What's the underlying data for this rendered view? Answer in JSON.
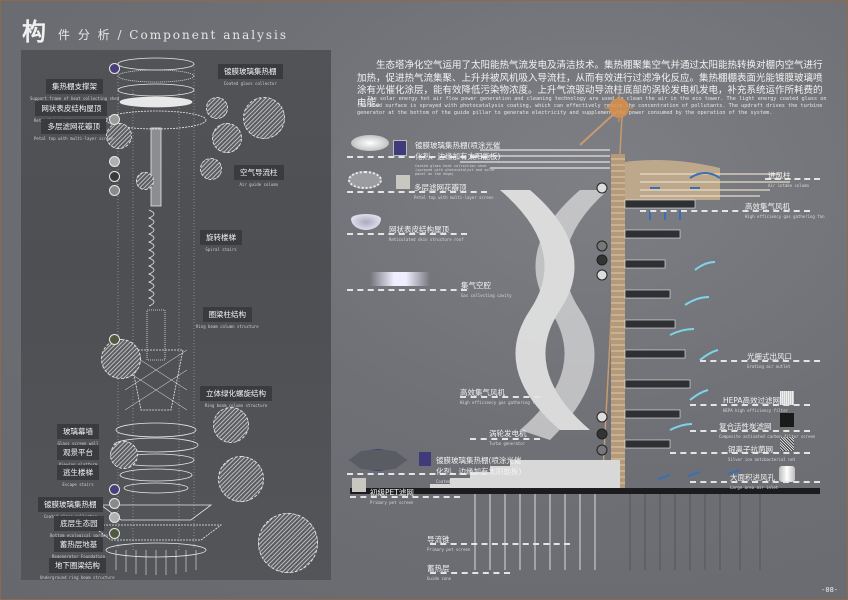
{
  "header": {
    "title_big": "构",
    "title_rest": "件 分 析 / Component analysis"
  },
  "intro": {
    "cn": "生态塔净化空气运用了太阳能热气流发电及清洁技术。集热棚聚集空气并通过太阳能热转换对棚内空气进行加热，促进热气流集聚、上升并被风机吸入导流柱，从而有效进行过滤净化反应。集热棚棚表面光能镀膜玻璃喷涂有光催化涂层，能有效降低污染物浓度。上升气流驱动导流柱底部的涡轮发电机发电，补充系统运作所耗费的电能。",
    "en": "The solar energy hot air flow power generation and cleaning technology are used to clean the air in the eco tower. The light energy coated glass on the shed surface is sprayed with photocatalysis coating, which can effectively reduce the concentration of pollutants. The updraft drives the turbine generator at the bottom of the guide pillar to generate electricity and supplement the power consumed by the operation of the system."
  },
  "left_panel": {
    "labels": [
      {
        "cn": "镀膜玻璃集热棚",
        "en": "Coated glass collector"
      },
      {
        "cn": "集热棚支撑架",
        "en": "Support frame of heat collecting shed"
      },
      {
        "cn": "网状表皮结构屋顶",
        "en": "Reticulated skin structure roof"
      },
      {
        "cn": "多层滤网花瓣顶",
        "en": "Petal top with multi-layer screen"
      },
      {
        "cn": "空气导流柱",
        "en": "Air guide column"
      },
      {
        "cn": "旋转楼梯",
        "en": "Spiral stairs"
      },
      {
        "cn": "圈梁柱结构",
        "en": "Ring beam column structure"
      },
      {
        "cn": "立体绿化螺旋结构",
        "en": "Ring beam column structure"
      },
      {
        "cn": "玻璃幕墙",
        "en": "Glass screen wall"
      },
      {
        "cn": "观景平台",
        "en": "Viewing platform"
      },
      {
        "cn": "逃生楼梯",
        "en": "Escape stairs"
      },
      {
        "cn": "镀膜玻璃集热棚",
        "en": "Coated glass collector"
      },
      {
        "cn": "底层生态园",
        "en": "Bottom ecological garden"
      },
      {
        "cn": "蓄热层地基",
        "en": "Regenerator Foundation"
      },
      {
        "cn": "地下圈梁结构",
        "en": "Underground ring beam structure"
      }
    ]
  },
  "right_labels": {
    "left_side": [
      {
        "cn": "镀膜玻璃集热棚(喷涂光催化剂、边缘加有太阳能板)",
        "en": "Coated glass heat collection shed (sprayed with photocatalyst and solar panel on the edge)"
      },
      {
        "cn": "多层滤网花瓣顶",
        "en": "Petal top with multi-layer screen"
      },
      {
        "cn": "网状表皮结构屋顶",
        "en": "Reticulated skin structure roof"
      },
      {
        "cn": "集气空腔",
        "en": "Gas collecting cavity"
      },
      {
        "cn": "高效集气风机",
        "en": "High efficiency gas gathering fan"
      },
      {
        "cn": "涡轮发电机",
        "en": "Turbo generator"
      },
      {
        "cn": "镀膜玻璃集热棚(喷涂光催化剂、边缘加有太阳能板)",
        "en": "Coated glass heat collection shed"
      },
      {
        "cn": "初级PET滤网",
        "en": "Primary pet screen"
      },
      {
        "cn": "导流锥",
        "en": "Primary pet screen"
      },
      {
        "cn": "蓄热层",
        "en": "Guide cone"
      }
    ],
    "right_side": [
      {
        "cn": "进风柱",
        "en": "Air intake column"
      },
      {
        "cn": "高效集气风机",
        "en": "High efficiency gas gathering fan"
      },
      {
        "cn": "光栅式出风口",
        "en": "Grating air outlet"
      },
      {
        "cn": "HEPA高效过滤网",
        "en": "HEPA high efficiency filter"
      },
      {
        "cn": "复合活性炭滤网",
        "en": "Composite activated carbon filter screen"
      },
      {
        "cn": "银离子抗菌网",
        "en": "Silver ion antibacterial net"
      },
      {
        "cn": "大面积进风孔",
        "en": "Large area air inlet"
      }
    ]
  },
  "colors": {
    "background": "#6e7075",
    "panel": "#4f5155",
    "sun": "#d9914a",
    "wood": "#b49a7a",
    "arrow_blue": "#3a6fb5",
    "arrow_cyan": "#7fd3e8",
    "solar_panel": "#3f3a7a"
  },
  "page_number": "-08-"
}
